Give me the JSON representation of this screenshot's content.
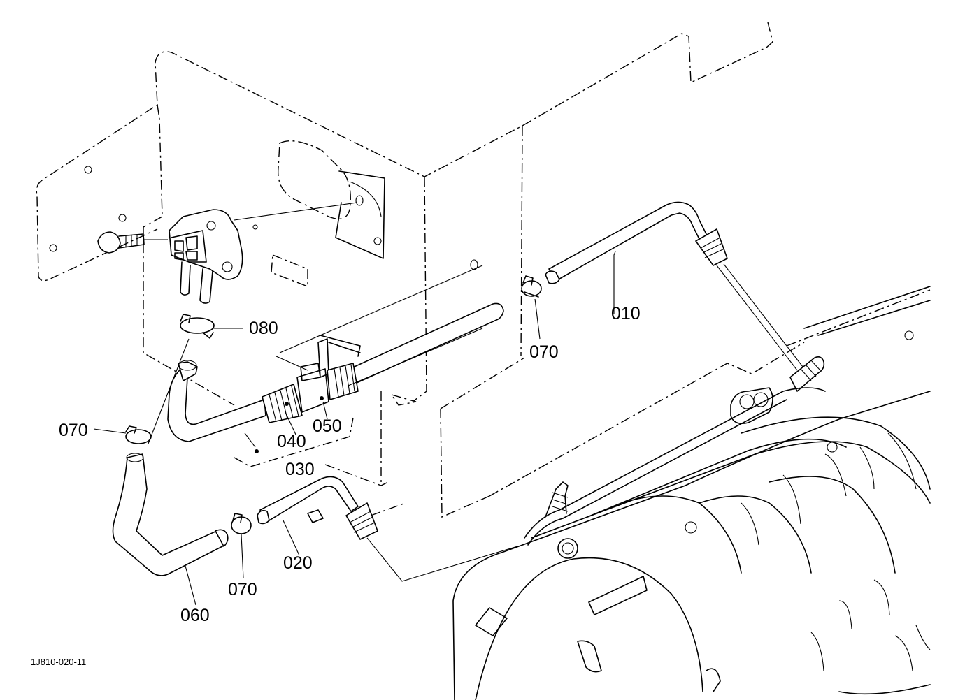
{
  "diagram": {
    "reference_code": "1J810-020-11",
    "callouts": {
      "p010": "010",
      "p020": "020",
      "p030": "030",
      "p040": "040",
      "p050": "050",
      "p060": "060",
      "p070_a": "070",
      "p070_b": "070",
      "p070_c": "070",
      "p080": "080"
    }
  }
}
